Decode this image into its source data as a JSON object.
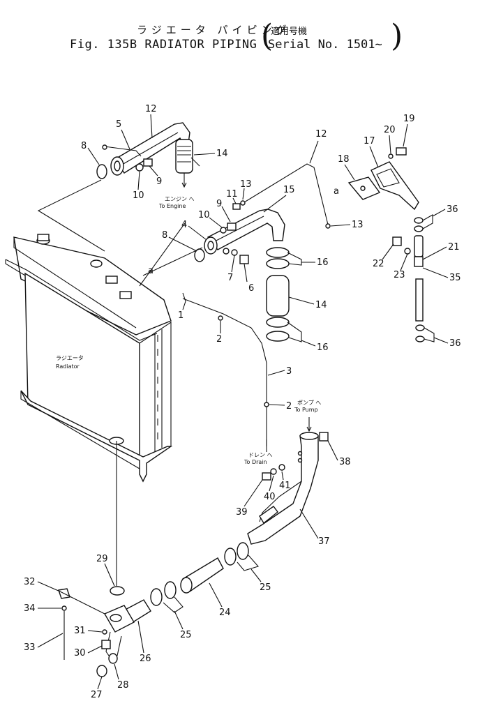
{
  "title": {
    "jp": "ラジエータ パイピング",
    "jp_serial": "適用号機",
    "en": "Fig. 135B RADIATOR PIPING",
    "serial": "Serial No. 1501~"
  },
  "annotations": {
    "engine_jp": "エンジン へ",
    "engine_en": "To Engine",
    "pump_jp": "ポンプ へ",
    "pump_en": "To Pump",
    "drain_jp": "ドレン へ",
    "drain_en": "To Drain",
    "radiator_jp": "ラジエータ",
    "radiator_en": "Radiator",
    "ref_a": "a"
  },
  "callouts": [
    "1",
    "2",
    "2",
    "3",
    "4",
    "5",
    "6",
    "7",
    "8",
    "8",
    "9",
    "9",
    "10",
    "10",
    "11",
    "12",
    "12",
    "13",
    "13",
    "14",
    "14",
    "15",
    "16",
    "16",
    "17",
    "18",
    "19",
    "20",
    "21",
    "22",
    "23",
    "24",
    "25",
    "25",
    "26",
    "27",
    "28",
    "29",
    "30",
    "31",
    "32",
    "33",
    "34",
    "35",
    "36",
    "36",
    "37",
    "38",
    "39",
    "40",
    "41"
  ]
}
